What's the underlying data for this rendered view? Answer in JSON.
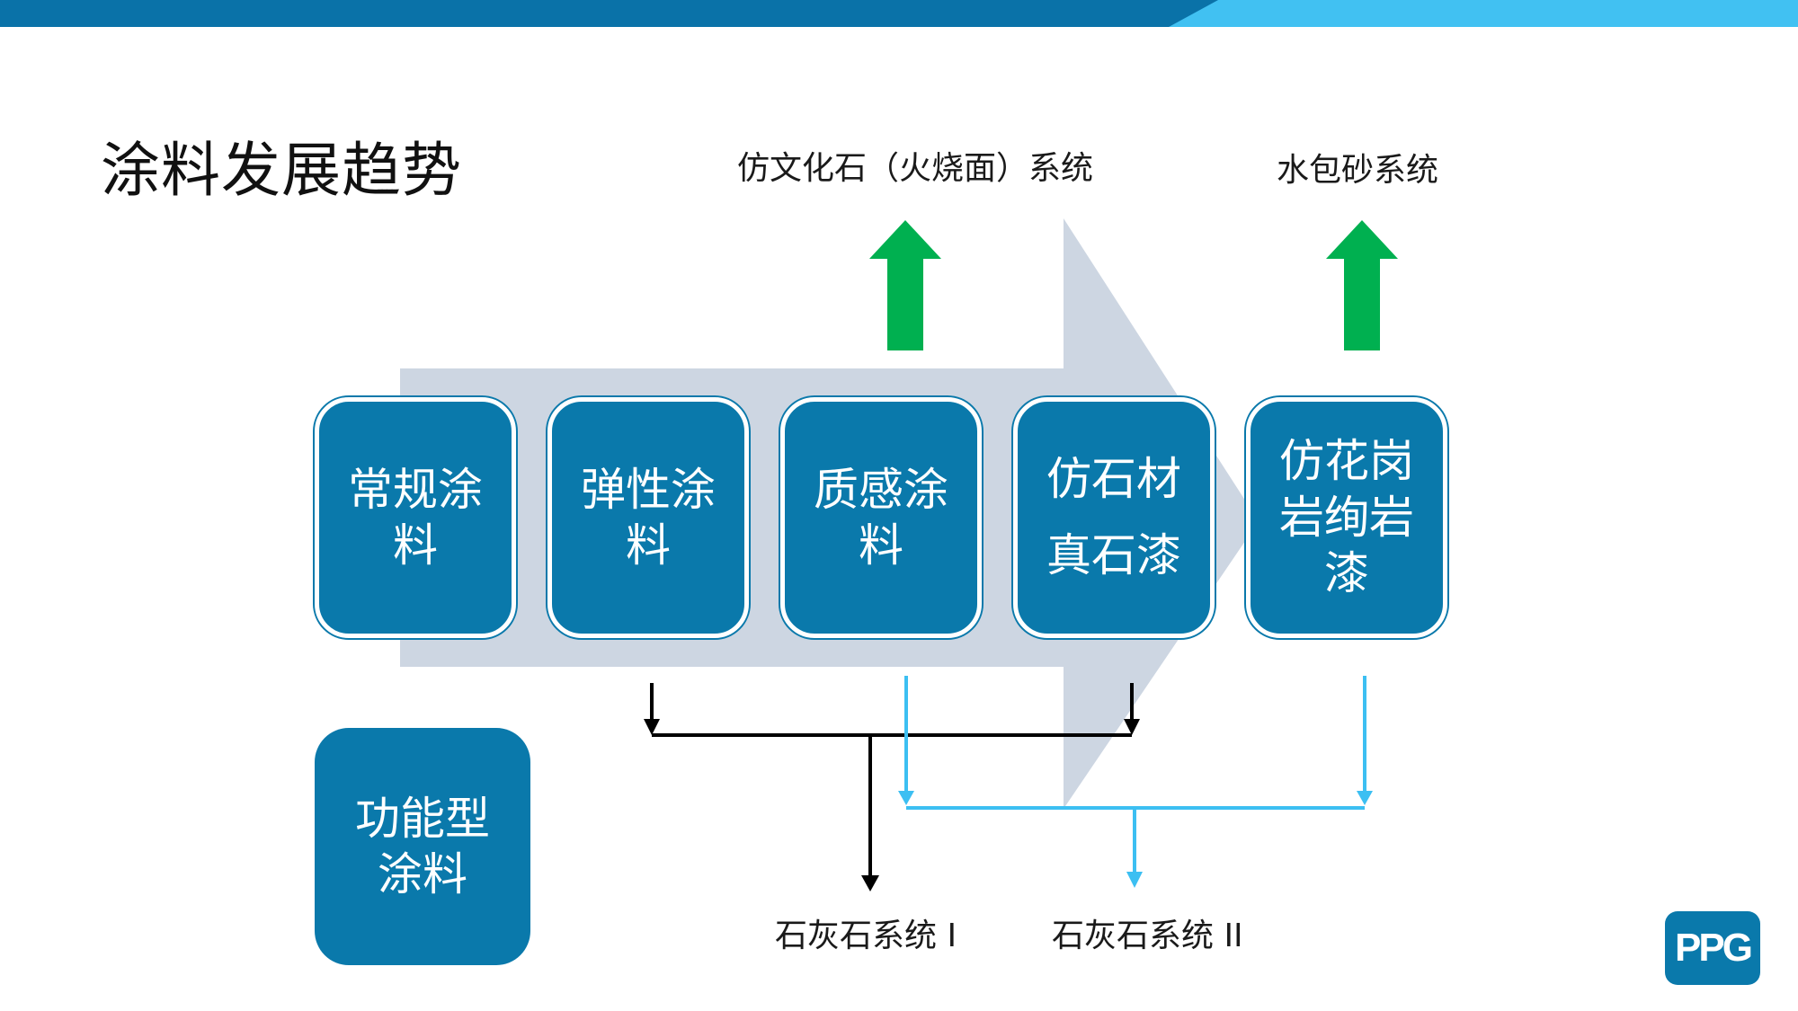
{
  "title": "涂料发展趋势",
  "colors": {
    "header_dark": "#0a72a8",
    "header_light": "#41c1f2",
    "box_blue": "#0a79ab",
    "big_arrow": "#cdd6e2",
    "green_arrow": "#00b050",
    "black_line": "#000000",
    "blue_line": "#3cbff2"
  },
  "boxes": [
    {
      "lines": [
        "常规涂",
        "料"
      ]
    },
    {
      "lines": [
        "弹性涂",
        "料"
      ]
    },
    {
      "lines": [
        "质感涂",
        "料"
      ]
    },
    {
      "lines": [
        "仿石材",
        "真石漆"
      ]
    },
    {
      "lines": [
        "仿花岗",
        "岩绚岩",
        "漆"
      ]
    },
    {
      "lines": [
        "功能型",
        "涂料"
      ]
    }
  ],
  "top_labels": [
    "仿文化石（火烧面）系统",
    "水包砂系统"
  ],
  "bottom_labels": [
    "石灰石系统 I",
    "石灰石系统 II"
  ],
  "logo_text": "PPG"
}
